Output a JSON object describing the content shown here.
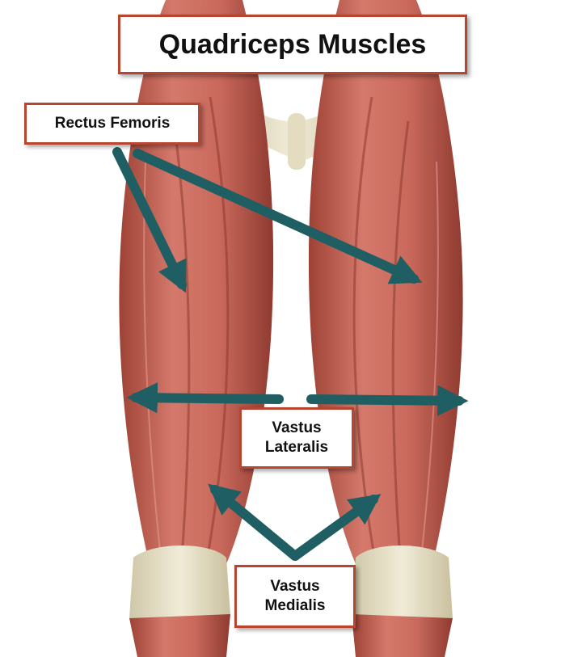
{
  "title": "Quadriceps Muscles",
  "labels": {
    "rectus_femoris": "Rectus Femoris",
    "vastus_lateralis_line1": "Vastus",
    "vastus_lateralis_line2": "Lateralis",
    "vastus_medialis_line1": "Vastus",
    "vastus_medialis_line2": "Medialis"
  },
  "colors": {
    "arrow": "#1f5f63",
    "label_border": "#b8452f",
    "muscle": "#c9695c",
    "muscle_dark": "#9e4236",
    "bone": "#e8e2c9"
  }
}
